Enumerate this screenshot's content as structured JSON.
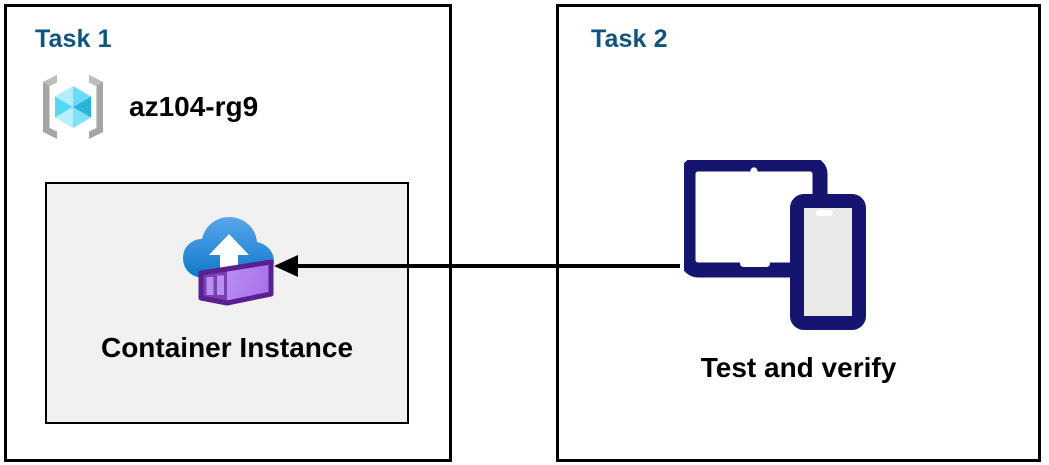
{
  "diagram": {
    "title": "Azure Container Instance task diagram",
    "background": "#ffffff",
    "panels": [
      {
        "id": "task1",
        "title": "Task 1",
        "title_color": "#11537f",
        "border_color": "#000000",
        "resource_group": {
          "icon": "azure-resource-group-icon",
          "label": "az104-rg9"
        },
        "inner_box": {
          "fill": "#f1f1f1",
          "border_color": "#000000",
          "icon": "azure-container-instance-icon",
          "label": "Container Instance"
        }
      },
      {
        "id": "task2",
        "title": "Task 2",
        "title_color": "#11537f",
        "border_color": "#000000",
        "device": {
          "icon": "tablet-and-phone-devices-icon",
          "label": "Test and verify"
        }
      }
    ],
    "connector": {
      "name": "arrow-task2-to-task1",
      "direction": "right-to-left",
      "color": "#000000",
      "from": "Test and verify",
      "to": "Container Instance"
    },
    "colors": {
      "title_blue": "#11537f",
      "device_navy": "#151570",
      "device_screen_gray": "#e8e8e8",
      "cloud_blue_light": "#55a2ea",
      "cloud_blue_dark": "#0f7ac8",
      "container_purple_light": "#b07cf0",
      "container_purple_dark": "#6b2fa0",
      "cube_cyan_light": "#9fe8fb",
      "cube_cyan_mid": "#3fd2f5",
      "cube_cyan_dark": "#22b0d6",
      "bracket_gray": "#a6a6a6",
      "box_fill": "#f1f1f1"
    }
  }
}
